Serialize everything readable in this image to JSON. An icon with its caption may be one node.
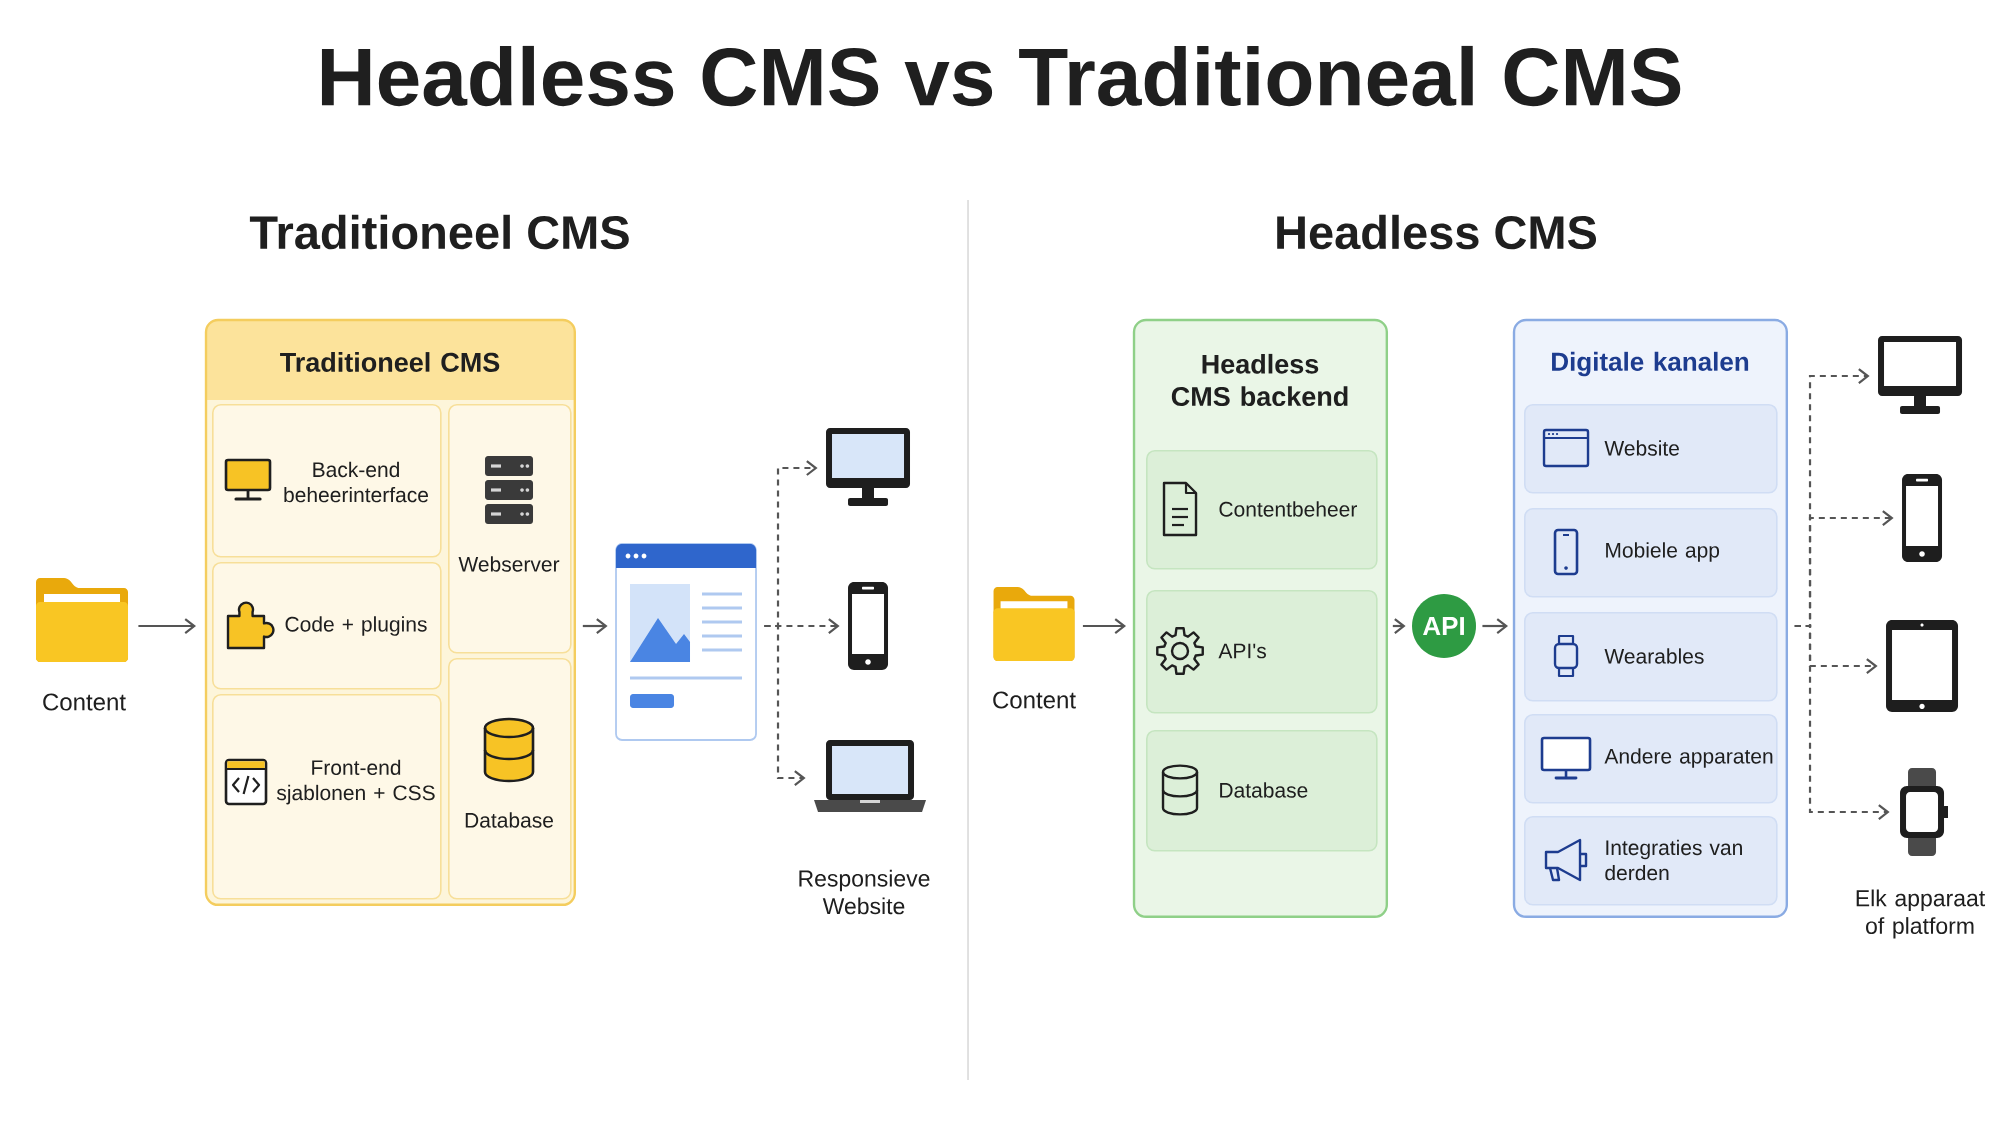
{
  "diagram": {
    "title": "Headless CMS vs Traditioneal CMS",
    "nodes": [
      {
        "text": [],
        "shape": "picture",
        "beside": [
          "Content"
        ]
      },
      {
        "text": [
          "Traditioneel CMS"
        ]
      },
      {
        "text": [
          "Back-end beheerinterface"
        ],
        "in": 1
      },
      {
        "text": [
          "Code + plugins"
        ],
        "in": 1
      },
      {
        "text": [
          "Front-end sjablonen + CSS"
        ],
        "in": 1
      },
      {
        "text": [
          "Webserver"
        ],
        "in": 1
      },
      {
        "text": [
          "Database"
        ],
        "in": 1
      },
      {
        "text": [],
        "shape": "picture"
      },
      {
        "text": [],
        "shape": "picture"
      },
      {
        "text": [],
        "shape": "picture"
      },
      {
        "text": [],
        "shape": "picture"
      },
      {
        "text": [],
        "shape": "picture",
        "beside": [
          "Content"
        ]
      },
      {
        "text": [
          "Headless CMS backend"
        ]
      },
      {
        "text": [
          "Contentbeheer"
        ],
        "in": 12
      },
      {
        "text": [
          "API's"
        ],
        "in": 12
      },
      {
        "text": [
          "Database"
        ],
        "in": 12
      },
      {
        "text": [
          "API"
        ]
      },
      {
        "text": [
          "Digitale kanalen"
        ]
      },
      {
        "text": [
          "Website"
        ],
        "in": 17
      },
      {
        "text": [
          "Mobiele app"
        ],
        "in": 17
      },
      {
        "text": [
          "Wearables"
        ],
        "in": 17
      },
      {
        "text": [
          "Andere apparaten"
        ],
        "in": 17
      },
      {
        "text": [
          "Integraties van derden"
        ],
        "in": 17
      },
      {
        "text": [],
        "shape": "picture"
      },
      {
        "text": [],
        "shape": "picture"
      },
      {
        "text": [],
        "shape": "picture"
      },
      {
        "text": [],
        "shape": "picture"
      }
    ],
    "edges": [
      {
        "from": 0,
        "to": 1,
        "arrow": "to"
      },
      {
        "from": 1,
        "to": 7,
        "arrow": "to"
      },
      {
        "from": 7,
        "to": 8,
        "arrow": "to",
        "style": "dashed"
      },
      {
        "from": 7,
        "to": 9,
        "arrow": "to",
        "style": "dashed"
      },
      {
        "from": 7,
        "to": 10,
        "arrow": "to",
        "style": "dashed"
      },
      {
        "from": 11,
        "to": 12,
        "arrow": "to"
      },
      {
        "from": 12,
        "to": 16,
        "arrow": "to"
      },
      {
        "from": 16,
        "to": 17,
        "arrow": "to"
      },
      {
        "from": 17,
        "to": 23,
        "arrow": "to",
        "style": "dashed"
      },
      {
        "from": 17,
        "to": 24,
        "arrow": "to",
        "style": "dashed"
      },
      {
        "from": 17,
        "to": 25,
        "arrow": "to",
        "style": "dashed"
      },
      {
        "from": 17,
        "to": 26,
        "arrow": "to",
        "style": "dashed"
      }
    ],
    "labels": [
      "Traditioneel CMS",
      "Headless CMS",
      "Responsieve Website",
      "Elk apparaat of platform"
    ]
  }
}
